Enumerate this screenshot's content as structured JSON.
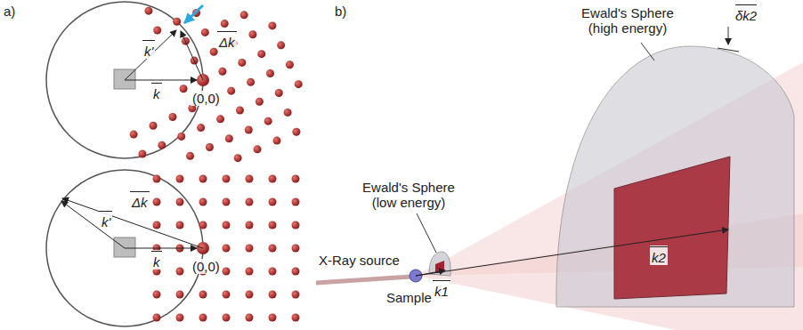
{
  "diagram": {
    "labels": [
      "a)",
      "k'",
      "Δk",
      "k",
      "(0,0)",
      "k'",
      "Δk",
      "k",
      "(0,0)",
      "b)",
      "Ewald's Sphere (high energy)",
      "δk2",
      "Ewald's Sphere (low energy)",
      "X-Ray source",
      "Sample",
      "k1",
      "k2"
    ]
  }
}
